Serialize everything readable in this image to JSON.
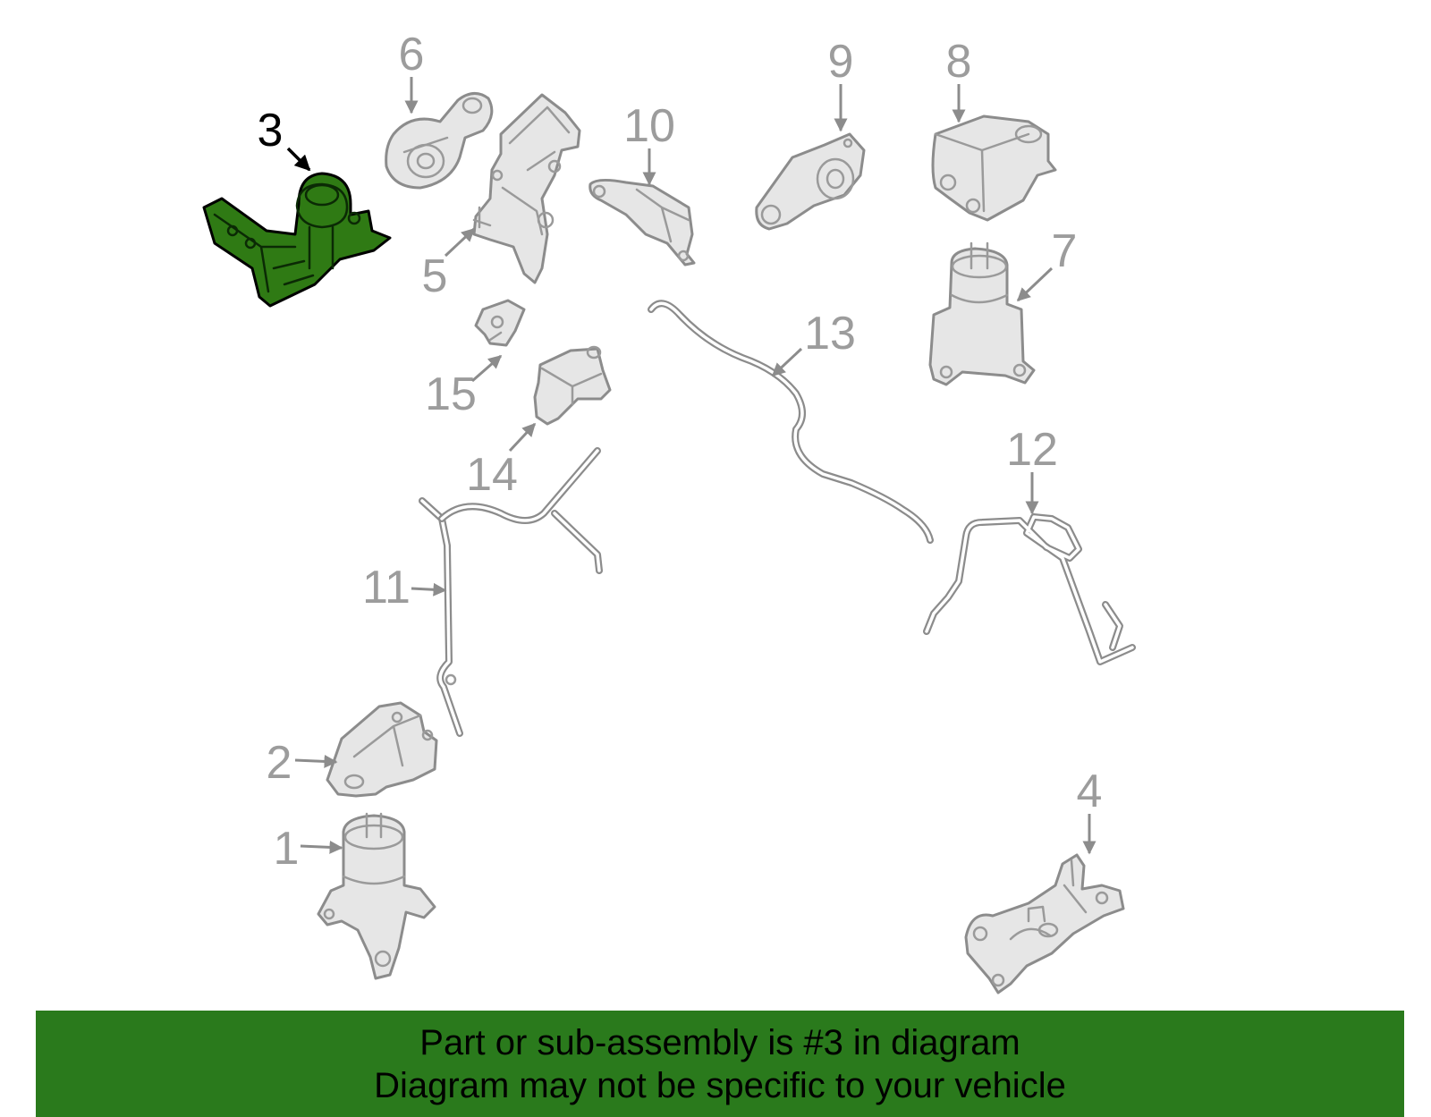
{
  "diagram": {
    "callouts": {
      "c1": "1",
      "c2": "2",
      "c3": "3",
      "c4": "4",
      "c5": "5",
      "c6": "6",
      "c7": "7",
      "c8": "8",
      "c9": "9",
      "c10": "10",
      "c11": "11",
      "c12": "12",
      "c13": "13",
      "c14": "14",
      "c15": "15"
    },
    "highlighted_part": "3",
    "colors": {
      "highlight_fill": "#2f7a14",
      "part_stroke": "#8c8c8c",
      "part_fill": "#e6e6e6",
      "banner_bg": "#2a7a1c"
    }
  },
  "banner": {
    "line1": "Part or sub-assembly is #3 in diagram",
    "line2": "Diagram may not be specific to your vehicle"
  }
}
